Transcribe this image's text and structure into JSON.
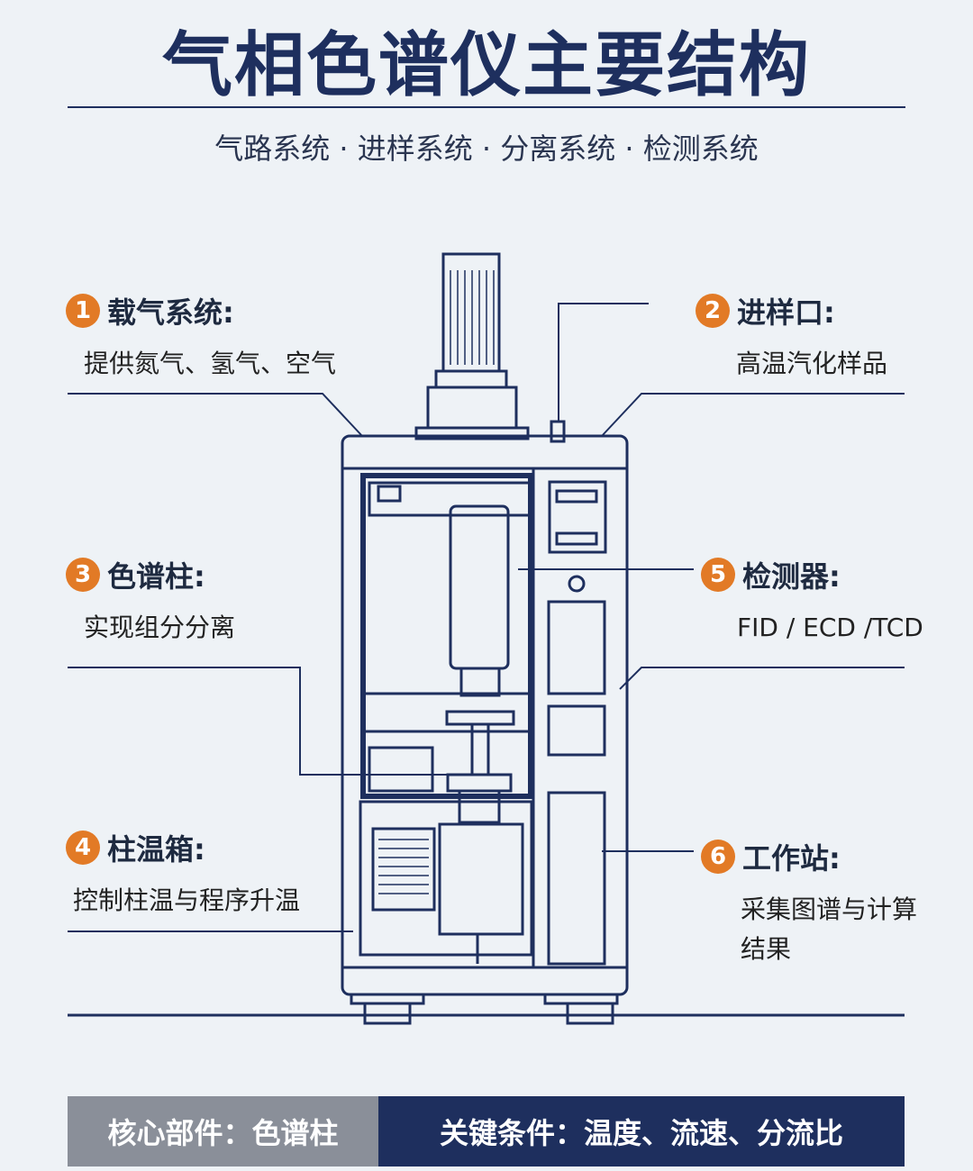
{
  "title": "气相色谱仪主要结构",
  "subtitle": "气路系统 · 进样系统 · 分离系统 · 检测系统",
  "callouts": [
    {
      "num": "1",
      "label": "载气系统:",
      "desc": [
        "提供氮气、氢气、空气"
      ]
    },
    {
      "num": "2",
      "label": "进样口:",
      "desc": [
        "高温汽化样品"
      ]
    },
    {
      "num": "3",
      "label": "色谱柱:",
      "desc": [
        "实现组分分离"
      ]
    },
    {
      "num": "4",
      "label": "柱温箱:",
      "desc": [
        "控制柱温与程序升温"
      ]
    },
    {
      "num": "5",
      "label": "检测器:",
      "desc": [
        "FID / ECD /TCD"
      ]
    },
    {
      "num": "6",
      "label": "工作站:",
      "desc": [
        "采集图谱与计算",
        "结果"
      ]
    }
  ],
  "footer": {
    "left": "核心部件：色谱柱",
    "right": "关键条件：温度、流速、分流比"
  },
  "colors": {
    "navy": "#1e2f5e",
    "accent": "#e27a26",
    "grey": "#8a8f99"
  }
}
